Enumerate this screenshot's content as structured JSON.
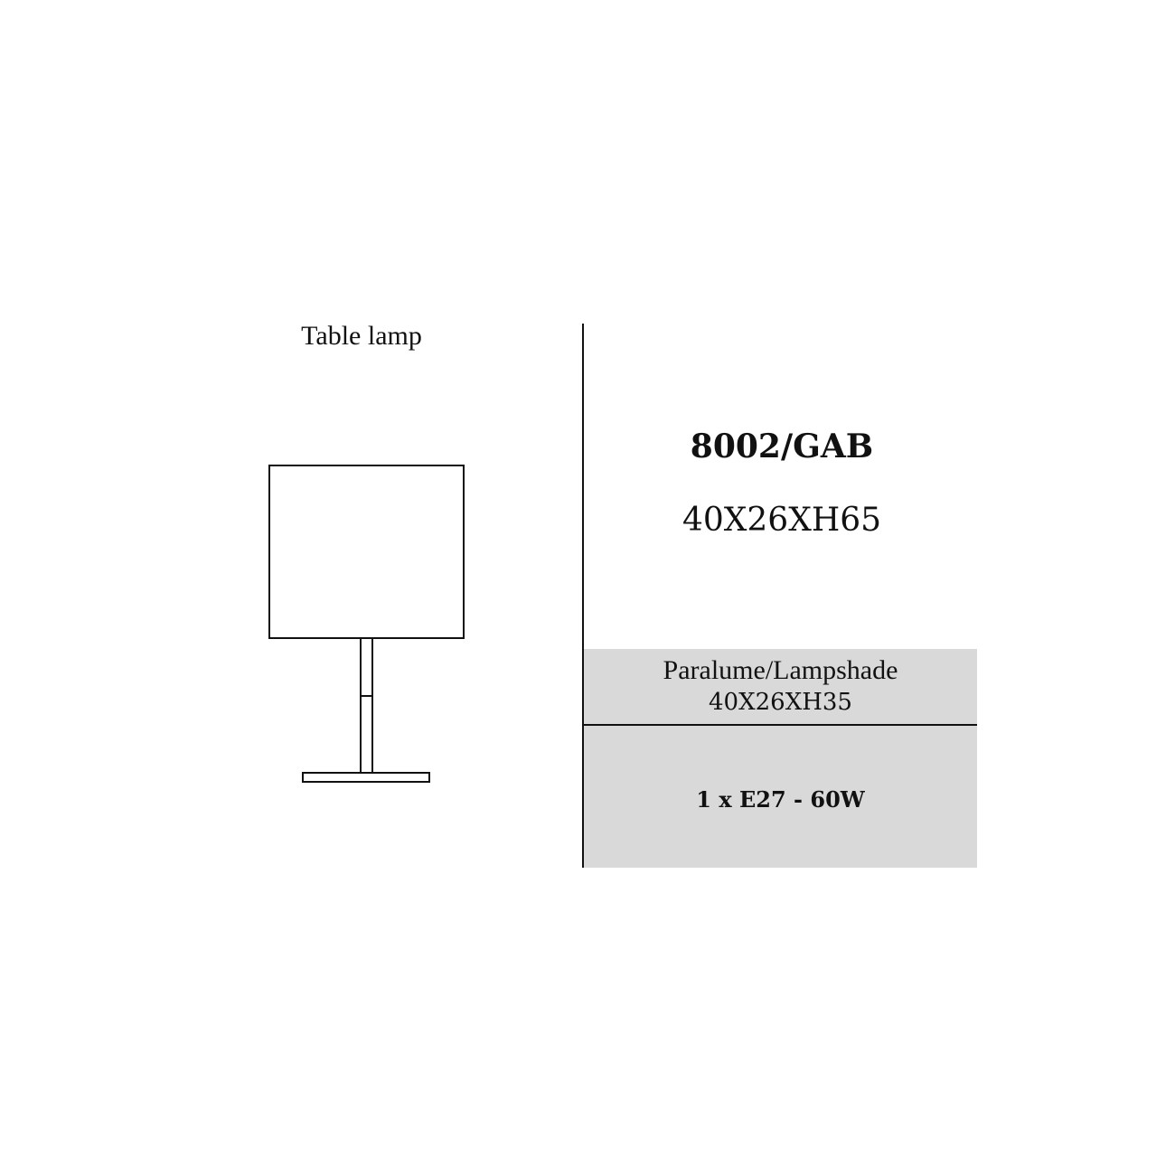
{
  "product": {
    "type": "Table lamp",
    "code": "8002/GAB",
    "dimensions": "40X26XH65"
  },
  "specs": {
    "lampshade_label": "Paralume/Lampshade",
    "lampshade_dimensions": "40X26XH35",
    "bulb": "1 x E27 - 60W"
  },
  "colors": {
    "panel_background": "#d9d9d9",
    "line": "#111111",
    "page_background": "#ffffff"
  }
}
